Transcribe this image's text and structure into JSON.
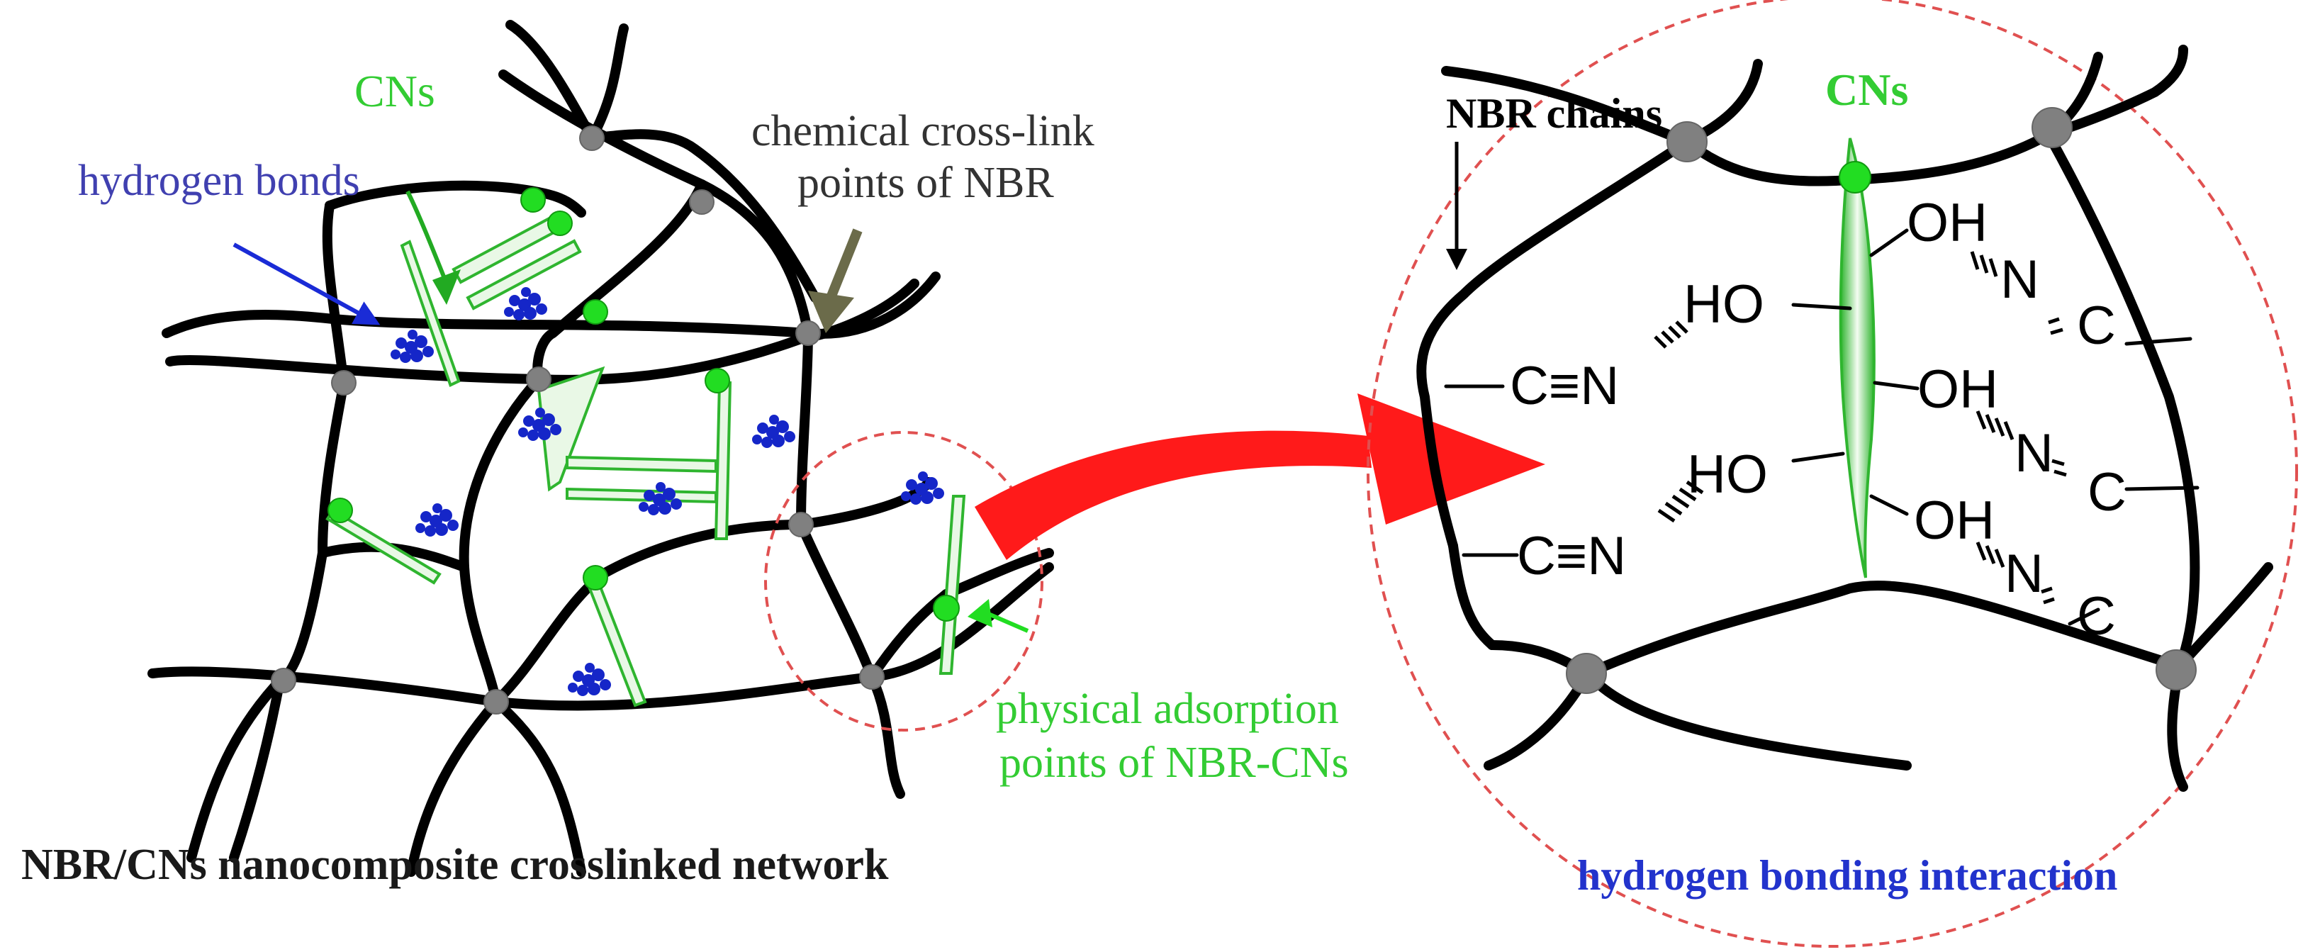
{
  "labels": {
    "cns_left": "CNs",
    "hydrogen_bonds": "hydrogen bonds",
    "cross_link_line1": "chemical cross-link",
    "cross_link_line2": "points of NBR",
    "physical_line1": "physical adsorption",
    "physical_line2": "points of NBR-CNs",
    "left_title": "NBR/CNs nanocomposite crosslinked network",
    "nbr_chains": "NBR chains",
    "cns_right": "CNs",
    "right_title": "hydrogen bonding interaction"
  },
  "chemistry": {
    "ho": "HO",
    "oh": "OH",
    "nitrile_left": "C≡N",
    "n": "N",
    "c": "C",
    "triple": "≡"
  },
  "colors": {
    "chain": "#000000",
    "crosslink_point": "#808080",
    "cn_green": "#22dd22",
    "label_green": "#33cc33",
    "hydrogen_bond_blue": "#1526c8",
    "label_blue": "#4040b0",
    "arrow_red": "#ff1a1a",
    "dashed_circle": "#e05050",
    "pointer_olive": "#6b6b4a"
  }
}
